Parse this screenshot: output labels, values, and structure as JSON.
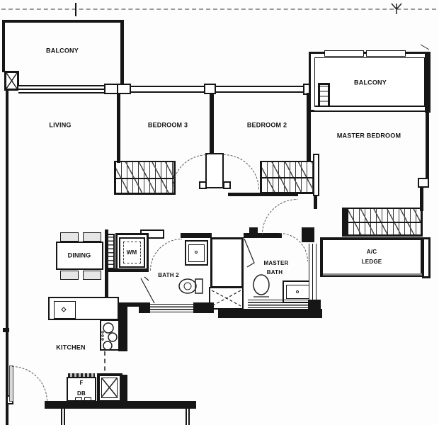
{
  "document_type": "residential floor plan",
  "rooms": {
    "balcony_top_left": "BALCONY",
    "living": "LIVING",
    "bedroom3": "BEDROOM 3",
    "bedroom2": "BEDROOM 2",
    "balcony_top_right": "BALCONY",
    "master_bedroom": "MASTER BEDROOM",
    "dining": "DINING",
    "washing_machine": "WM",
    "bath2": "BATH 2",
    "master_bath": [
      "MASTER",
      "BATH"
    ],
    "ac_ledge": [
      "A/C",
      "LEDGE"
    ],
    "kitchen": "KITCHEN",
    "fridge": "F",
    "distribution_board": "DB"
  },
  "colors": {
    "wall": "#161616",
    "door_swing_dash": "#555555",
    "site_boundary_dash": "#9a9a9a",
    "ledge_line_gray": "#8a8a8a",
    "background": "#fdfdfd"
  }
}
